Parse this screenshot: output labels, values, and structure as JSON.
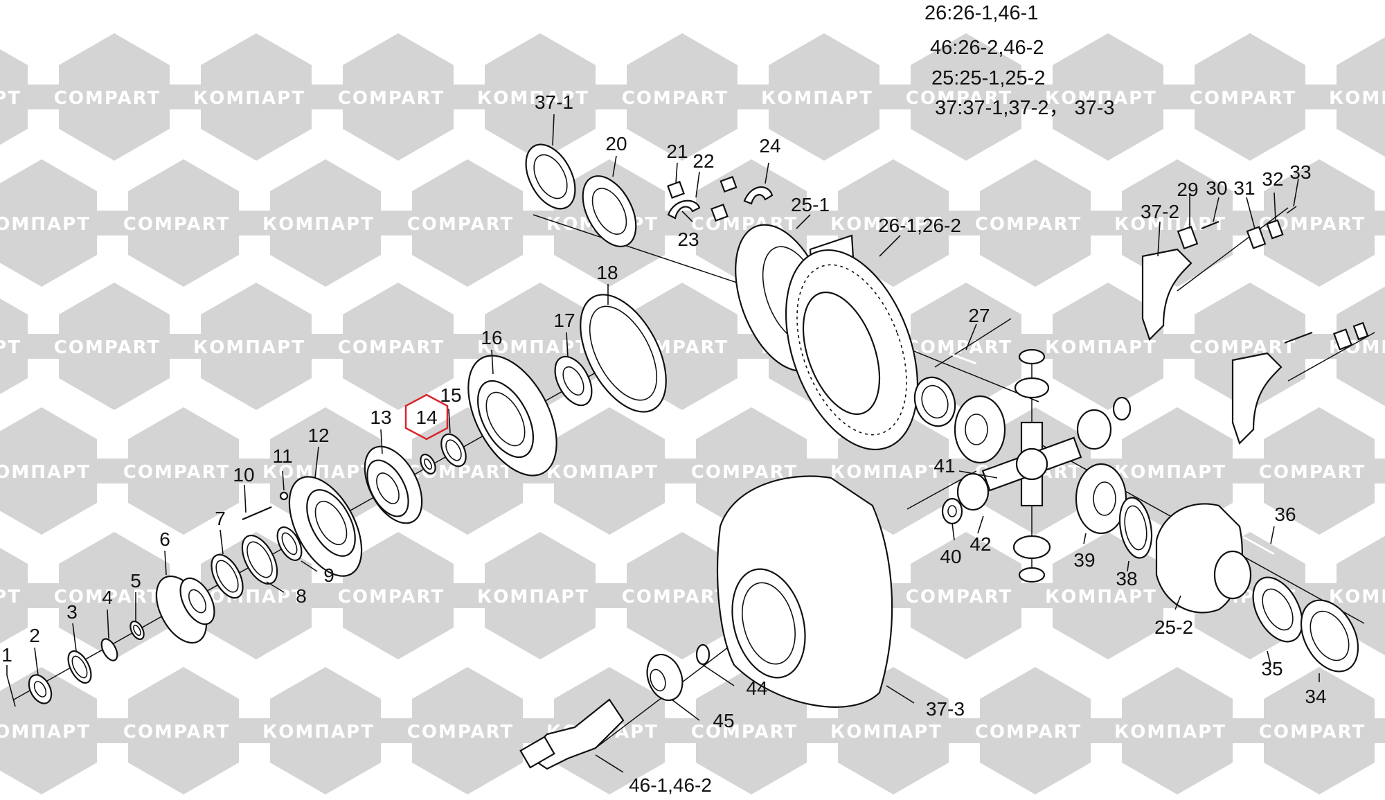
{
  "watermark": {
    "text_latin": "COMPART",
    "text_cyrillic": "КОМПАРТ",
    "color": "#d2d2d2"
  },
  "legend": [
    "26:26-1,46-1",
    "46:26-2,46-2",
    "25:25-1,25-2",
    "37:37-1,37-2， 37-3"
  ],
  "highlight": {
    "label": "14",
    "color": "#d9242b"
  },
  "callouts": {
    "c1": "1",
    "c2": "2",
    "c3": "3",
    "c4": "4",
    "c5": "5",
    "c6": "6",
    "c7": "7",
    "c8": "8",
    "c9": "9",
    "c10": "10",
    "c11": "11",
    "c12": "12",
    "c13": "13",
    "c15": "15",
    "c16": "16",
    "c17": "17",
    "c18": "18",
    "c20": "20",
    "c21": "21",
    "c22": "22",
    "c23": "23",
    "c24": "24",
    "c25_1": "25-1",
    "c26": "26-1,26-2",
    "c27": "27",
    "c29": "29",
    "c30": "30",
    "c31": "31",
    "c32": "32",
    "c33": "33",
    "c34": "34",
    "c35": "35",
    "c36": "36",
    "c37_1": "37-1",
    "c37_2": "37-2",
    "c37_3": "37-3",
    "c38": "38",
    "c39": "39",
    "c40": "40",
    "c41": "41",
    "c42": "42",
    "c44": "44",
    "c45": "45",
    "c46": "46-1,46-2",
    "c25_2": "25-2"
  }
}
